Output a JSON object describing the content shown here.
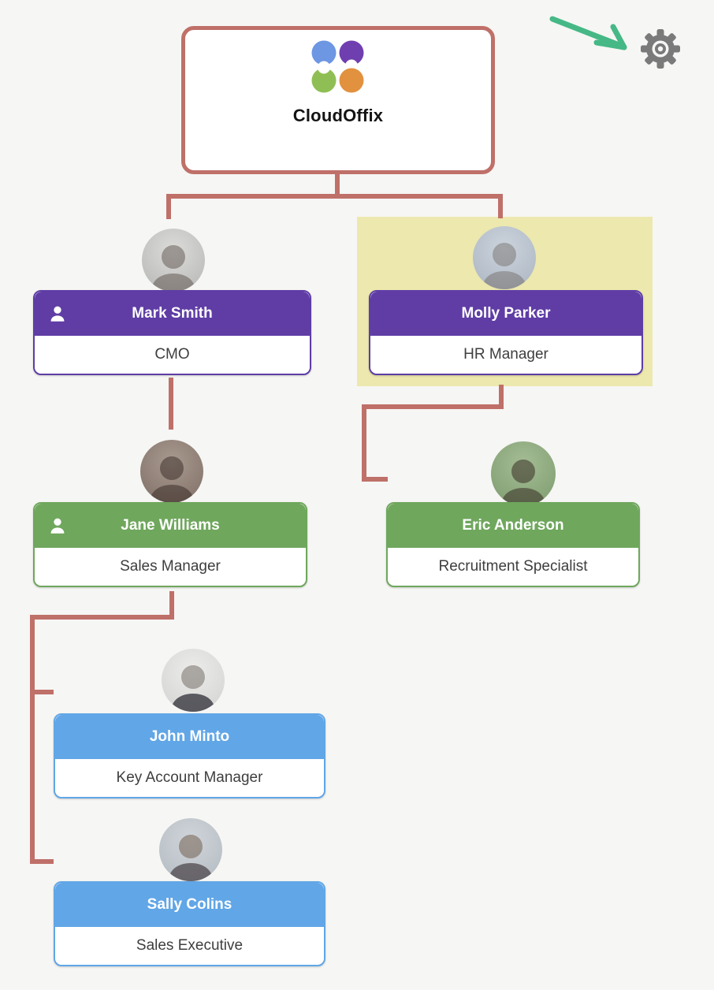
{
  "page": {
    "background": "#f6f6f4"
  },
  "header": {
    "settings_icon": "gear-icon",
    "annotation": "green-arrow-pointing-to-settings"
  },
  "root": {
    "company_name": "CloudOffix"
  },
  "logo": {
    "icon": "cloudoffix-four-circles-logo",
    "circle_colors": [
      "#6d96e3",
      "#6f3fb0",
      "#8fbf54",
      "#e2913f"
    ]
  },
  "icons": {
    "settings": "gear-icon",
    "member": "person-icon"
  },
  "nodes": [
    {
      "name": "Mark Smith",
      "title": "CMO",
      "accent": "#5f3da5",
      "has_member_icon": true,
      "highlighted": false
    },
    {
      "name": "Molly Parker",
      "title": "HR Manager",
      "accent": "#5f3da5",
      "has_member_icon": false,
      "highlighted": true
    },
    {
      "name": "Jane Williams",
      "title": "Sales Manager",
      "accent": "#6fa75d",
      "has_member_icon": true,
      "highlighted": false
    },
    {
      "name": "Eric Anderson",
      "title": "Recruitment Specialist",
      "accent": "#6fa75d",
      "has_member_icon": false,
      "highlighted": false
    },
    {
      "name": "John Minto",
      "title": "Key Account Manager",
      "accent": "#61a6e6",
      "has_member_icon": false,
      "highlighted": false
    },
    {
      "name": "Sally Colins",
      "title": "Sales Executive",
      "accent": "#61a6e6",
      "has_member_icon": false,
      "highlighted": false
    }
  ],
  "colors": {
    "connector": "#bf7069",
    "root_border": "#bf7069",
    "highlight_background": "#ece8ae",
    "purple_level": "#5f3da5",
    "green_level": "#6fa75d",
    "blue_level": "#61a6e6",
    "arrow_green": "#45b886",
    "gear_gray": "#7a7a7a"
  }
}
